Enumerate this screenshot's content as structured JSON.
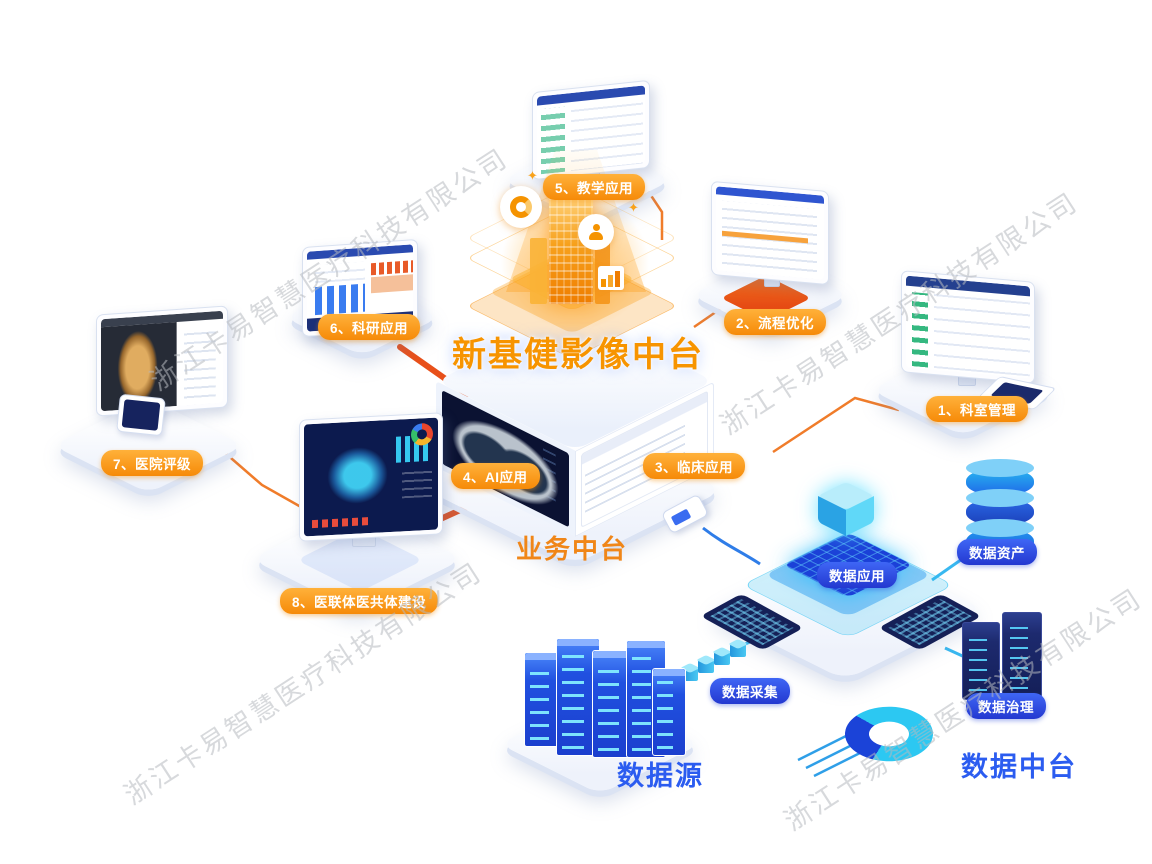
{
  "watermark": "浙江卡易智慧医疗科技有限公司",
  "title": "新基健影像中台",
  "nodes": {
    "dept": "1、科室管理",
    "process": "2、流程优化",
    "clinical": "3、临床应用",
    "ai": "4、AI应用",
    "teaching": "5、教学应用",
    "research": "6、科研应用",
    "hospital": "7、医院评级",
    "consortium": "8、医联体医共体建设"
  },
  "data_nodes": {
    "app": "数据应用",
    "asset": "数据资产",
    "collect": "数据采集",
    "governance": "数据治理"
  },
  "sections": {
    "business": "业务中台",
    "source": "数据源",
    "center": "数据中台"
  },
  "colors": {
    "label_orange": "#f68a08",
    "label_blue": "#2b46d8",
    "title_gold": "#f79400",
    "section_orange": "#f08618",
    "section_blue": "#2b5cf0",
    "line_orange": "#f07c2a",
    "line_red": "#e8501a",
    "line_blue": "#38b8f0"
  }
}
